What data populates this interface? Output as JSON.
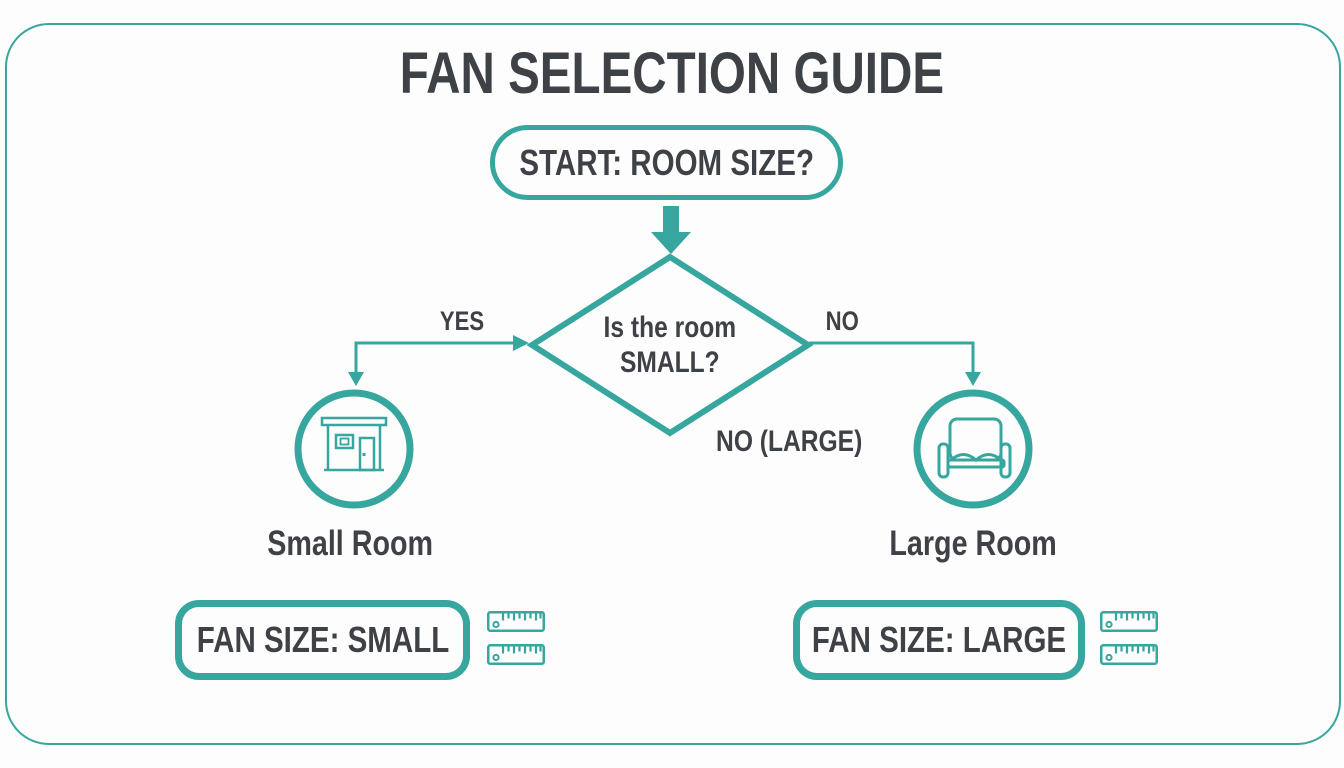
{
  "colors": {
    "teal": "#36A69E",
    "text": "#3E4145",
    "background": "#FDFDFD"
  },
  "title": "FAN SELECTION GUIDE",
  "flow": {
    "start": {
      "label": "START: ROOM SIZE?"
    },
    "decision": {
      "line1": "Is the room",
      "line2": "SMALL?"
    },
    "labels": {
      "yes": "YES",
      "no": "NO",
      "no_large": "NO (LARGE)"
    },
    "small_branch": {
      "room_label": "Small Room",
      "result": "FAN SIZE: SMALL"
    },
    "large_branch": {
      "room_label": "Large Room",
      "result": "FAN SIZE: LARGE"
    }
  },
  "icons": {
    "small_room": "shed-icon",
    "large_room": "sofa-icon",
    "result_decoration": "ruler-icon"
  }
}
